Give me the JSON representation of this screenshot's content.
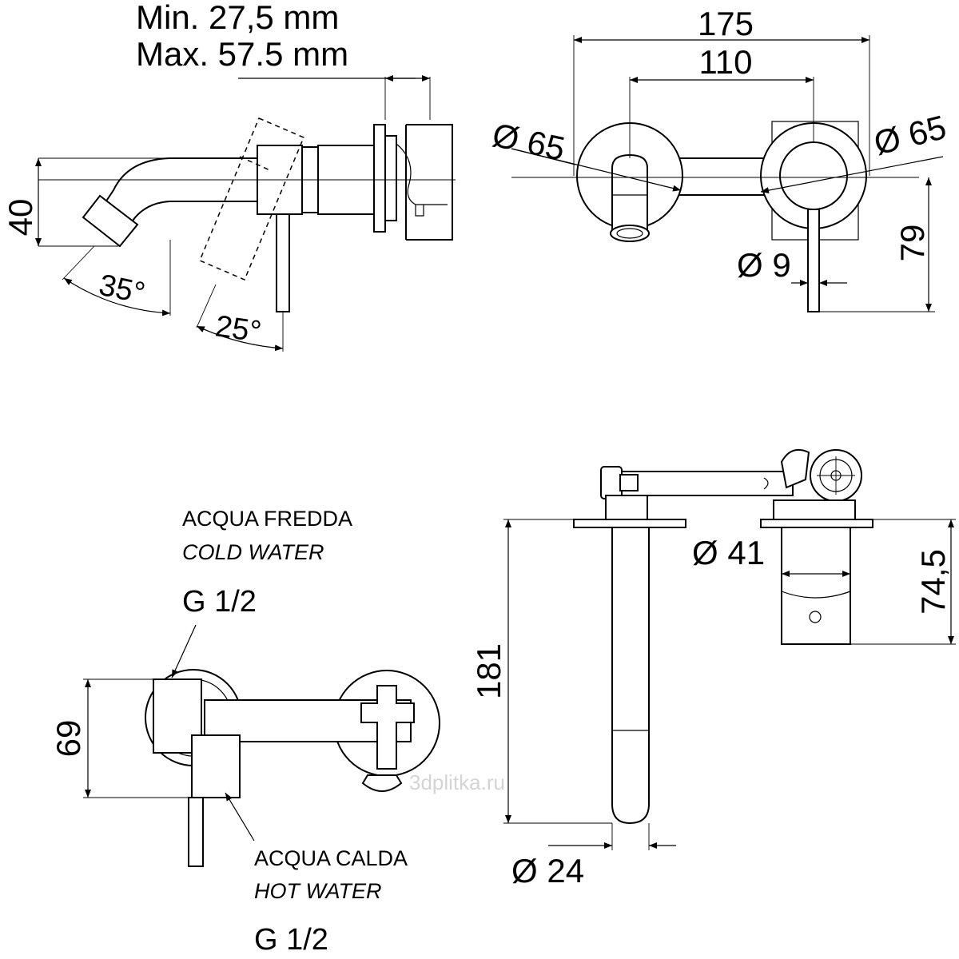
{
  "side_view": {
    "depth_min": "Min. 27,5 mm",
    "depth_max": "Max. 57.5 mm",
    "height_dim": "40",
    "spout_angle": "35°",
    "lever_angle": "25°"
  },
  "front_view": {
    "overall_width": "175",
    "center_distance": "110",
    "plate_left_dia": "Ø 65",
    "plate_right_dia": "Ø 65",
    "lever_dia": "Ø 9",
    "lever_height": "79"
  },
  "rough_in_view": {
    "cold_label_it": "ACQUA FREDDA",
    "cold_label_en": "COLD WATER",
    "cold_thread": "G 1/2",
    "hot_label_it": "ACQUA CALDA",
    "hot_label_en": "HOT WATER",
    "hot_thread": "G 1/2",
    "height_dim": "69"
  },
  "top_view": {
    "spout_length": "181",
    "cartridge_dia": "Ø 41",
    "cartridge_depth": "74,5",
    "spout_dia": "Ø 24"
  },
  "watermark": "3dplitka.ru"
}
